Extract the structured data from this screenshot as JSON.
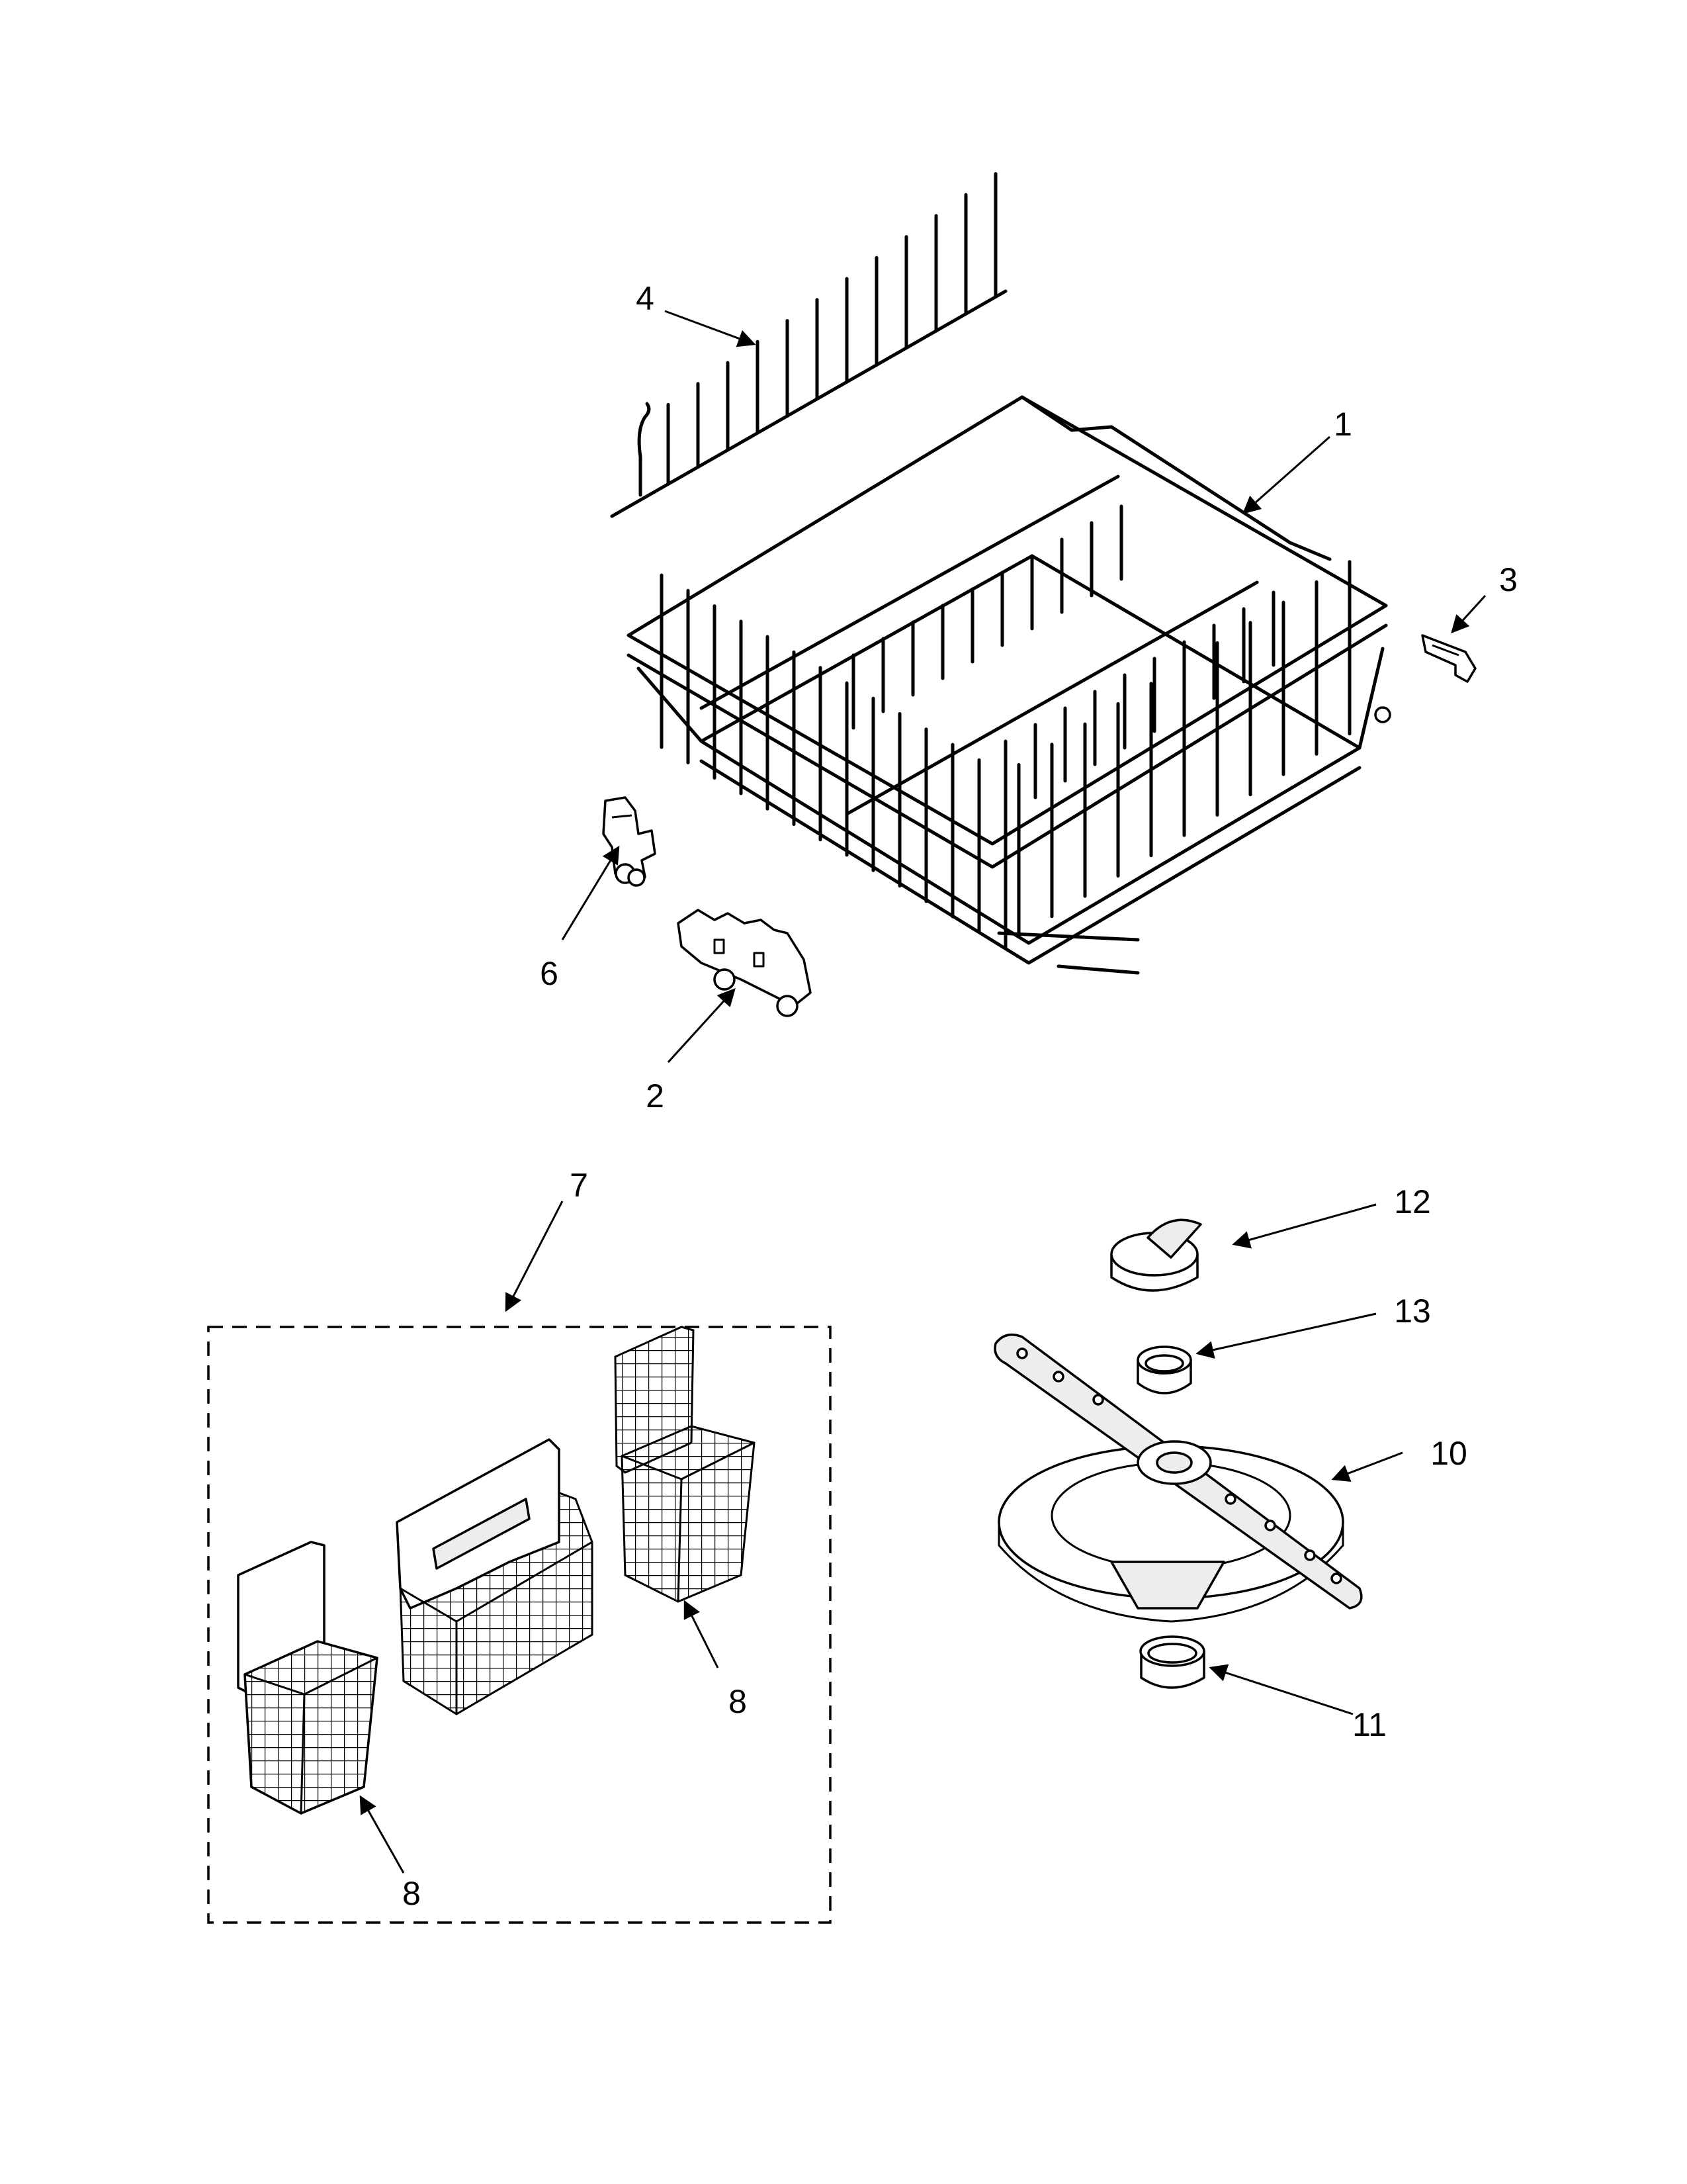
{
  "callouts": [
    {
      "id": "label-1",
      "text": "1"
    },
    {
      "id": "label-2",
      "text": "2"
    },
    {
      "id": "label-3",
      "text": "3"
    },
    {
      "id": "label-4",
      "text": "4"
    },
    {
      "id": "label-6",
      "text": "6"
    },
    {
      "id": "label-7",
      "text": "7"
    },
    {
      "id": "label-8a",
      "text": "8"
    },
    {
      "id": "label-8b",
      "text": "8"
    },
    {
      "id": "label-10",
      "text": "10"
    },
    {
      "id": "label-11",
      "text": "11"
    },
    {
      "id": "label-12",
      "text": "12"
    },
    {
      "id": "label-13",
      "text": "13"
    }
  ],
  "colors": {
    "line": "#000000",
    "background": "#ffffff",
    "part_fill": "#ededed"
  }
}
